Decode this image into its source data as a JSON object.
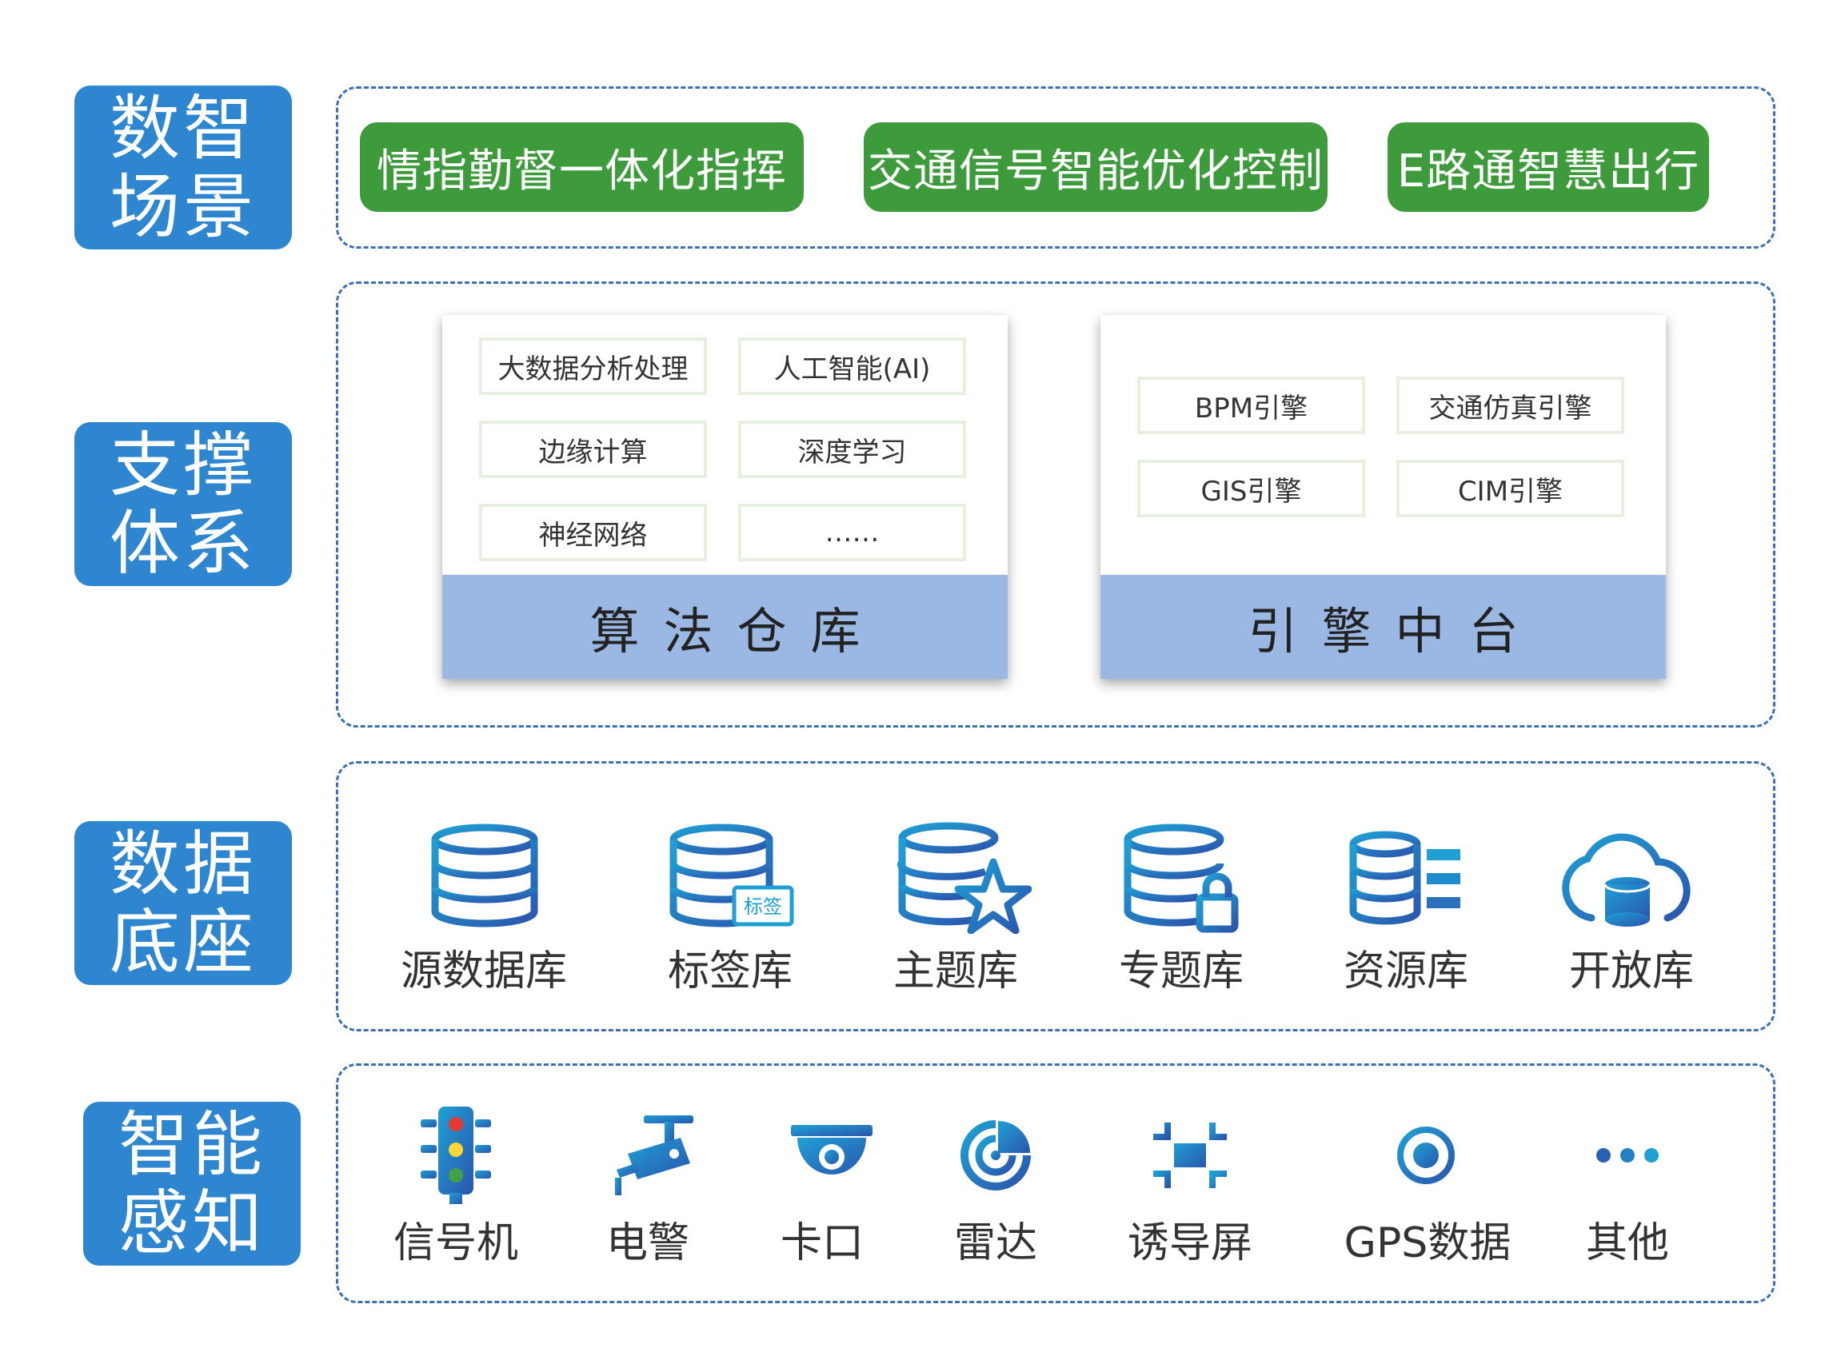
{
  "layers": {
    "scene": {
      "line1": "数智",
      "line2": "场景"
    },
    "support": {
      "line1": "支撑",
      "line2": "体系"
    },
    "base": {
      "line1": "数据",
      "line2": "底座"
    },
    "sense": {
      "line1": "智能",
      "line2": "感知"
    }
  },
  "scenarios": [
    "情指勤督一体化指挥",
    "交通信号智能优化控制",
    "E路通智慧出行"
  ],
  "algorithm_warehouse": {
    "title": "算法仓库",
    "cells": [
      "大数据分析处理",
      "人工智能(AI)",
      "边缘计算",
      "深度学习",
      "神经网络",
      "……"
    ]
  },
  "engine_platform": {
    "title": "引擎中台",
    "cells": [
      "BPM引擎",
      "交通仿真引擎",
      "GIS引擎",
      "CIM引擎"
    ]
  },
  "databases": [
    {
      "label": "源数据库",
      "icon": "database-icon"
    },
    {
      "label": "标签库",
      "icon": "tag-database-icon",
      "badge": "标签"
    },
    {
      "label": "主题库",
      "icon": "star-database-icon"
    },
    {
      "label": "专题库",
      "icon": "lock-database-icon"
    },
    {
      "label": "资源库",
      "icon": "resource-database-icon"
    },
    {
      "label": "开放库",
      "icon": "cloud-database-icon"
    }
  ],
  "sensors": [
    {
      "label": "信号机",
      "icon": "traffic-light-icon"
    },
    {
      "label": "电警",
      "icon": "surveillance-camera-icon"
    },
    {
      "label": "卡口",
      "icon": "dome-camera-icon"
    },
    {
      "label": "雷达",
      "icon": "radar-icon"
    },
    {
      "label": "诱导屏",
      "icon": "guidance-screen-icon"
    },
    {
      "label": "GPS数据",
      "icon": "gps-target-icon"
    },
    {
      "label": "其他",
      "icon": "more-dots-icon"
    }
  ],
  "colors": {
    "label_blue": "#2e86d0",
    "scenario_green": "#3e9b3c",
    "panel_footer": "#9ab8e3",
    "icon_gradient_start": "#1e90c8",
    "icon_gradient_end": "#2a5fb0"
  }
}
